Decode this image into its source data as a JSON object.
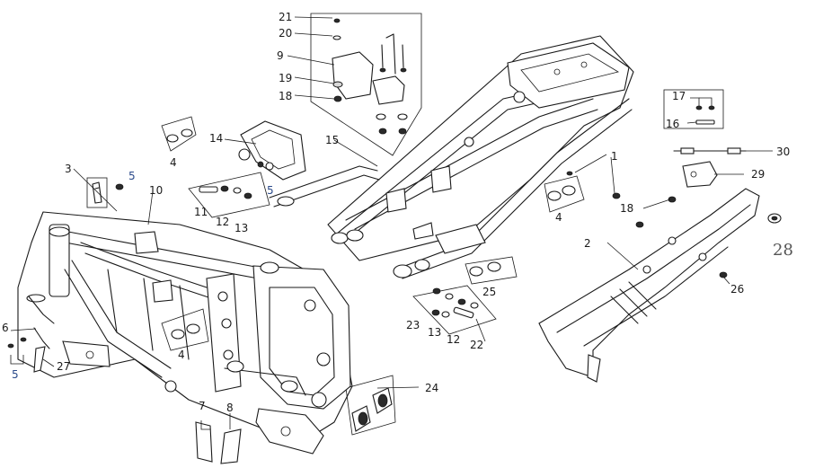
{
  "callouts": {
    "c1": "1",
    "c2": "2",
    "c3": "3",
    "c4": "4",
    "c5": "5",
    "c6": "6",
    "c7": "7",
    "c8": "8",
    "c9": "9",
    "c10": "10",
    "c11": "11",
    "c12": "12",
    "c13": "13",
    "c14": "14",
    "c15": "15",
    "c16": "16",
    "c17": "17",
    "c18": "18",
    "c19": "19",
    "c20": "20",
    "c21": "21",
    "c22": "22",
    "c23": "23",
    "c24": "24",
    "c25": "25",
    "c26": "26",
    "c27": "27",
    "c28": "28",
    "c29": "29",
    "c30": "30"
  },
  "colors": {
    "line": "#1a1a1a",
    "background": "#ffffff",
    "accent_label": "#2a4a8a"
  }
}
